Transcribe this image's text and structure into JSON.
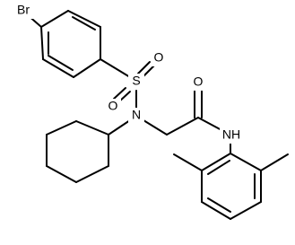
{
  "structure": {
    "atoms": {
      "br": "Br",
      "s": "S",
      "o_top": "O",
      "o_bottom": "O",
      "n_amine": "N",
      "o_carbonyl": "O",
      "nh_amide": "NH"
    },
    "colors": {
      "bond": "#000000",
      "background": "#ffffff",
      "label": "#000000"
    }
  }
}
